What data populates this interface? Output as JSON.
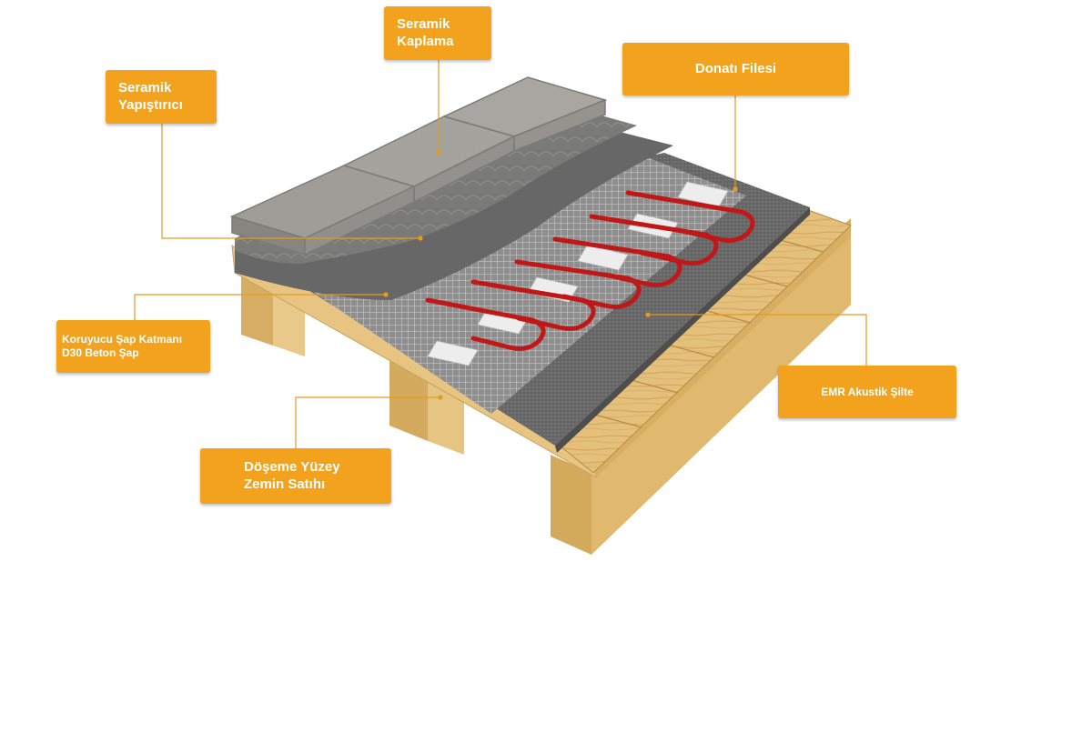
{
  "diagram": {
    "labels": {
      "seramik_kaplama": [
        "Seramik",
        "Kaplama"
      ],
      "seramik_yapistirici": [
        "Seramik",
        "Yapıştırıcı"
      ],
      "donati_filesi": [
        "Donatı Filesi"
      ],
      "koruyucu_sap": [
        "Koruyucu Şap Katmanı",
        "D30 Beton Şap"
      ],
      "emr_akustik": [
        "EMR Akustik Şilte"
      ],
      "doseme_yuzey": [
        "Döşeme Yüzey",
        "Zemin Satıhı"
      ]
    },
    "colors": {
      "callout": "#F2A21D",
      "leader": "#E79A1C",
      "tile": "#9C9B95",
      "adhesive": "#777776",
      "screed": "#5F5F5F",
      "mesh": "#8A8A8A",
      "cable": "#C01818",
      "foil": "#E6E6E6",
      "wood": "#E3BE78",
      "wood_dark": "#C7994E"
    }
  }
}
